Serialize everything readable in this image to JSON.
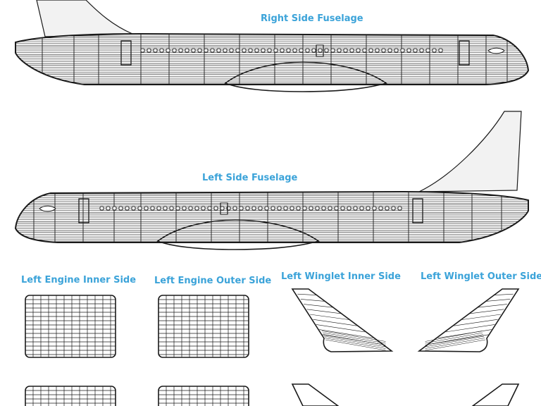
{
  "labels": {
    "right_fuselage": "Right Side Fuselage",
    "left_fuselage": "Left Side Fuselage",
    "left_engine_inner": "Left Engine Inner Side",
    "left_engine_outer": "Left Engine Outer Side",
    "left_winglet_inner": "Left Winglet Inner Side",
    "left_winglet_outer": "Left Winglet Outer Side"
  },
  "colors": {
    "label": "#3ba3d9",
    "line": "#1a1a1a",
    "tail_fill": "#f2f2f2"
  }
}
